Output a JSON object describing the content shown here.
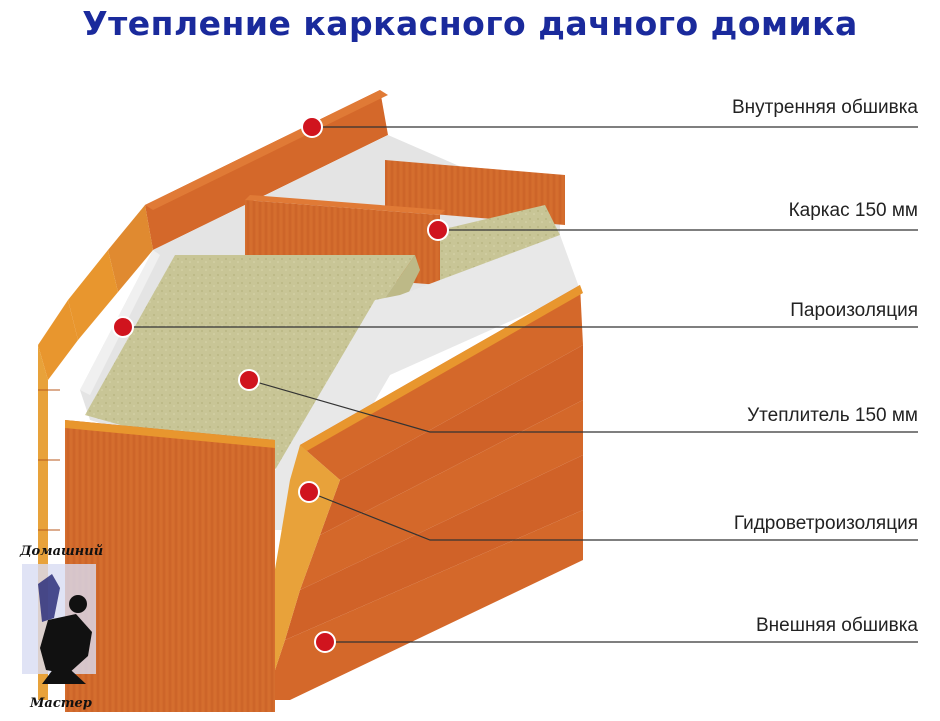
{
  "title": "Утепление каркасного дачного домика",
  "labels": [
    {
      "id": "inner",
      "text": "Внутренняя обшивка"
    },
    {
      "id": "frame",
      "text": "Каркас 150 мм"
    },
    {
      "id": "vapor",
      "text": "Пароизоляция"
    },
    {
      "id": "insulation",
      "text": "Утеплитель 150 мм"
    },
    {
      "id": "wind",
      "text": "Гидроветроизоляция"
    },
    {
      "id": "outer",
      "text": "Внешняя обшивка"
    }
  ],
  "watermark": {
    "top": "Домашний",
    "bottom": "Мастер"
  },
  "colors": {
    "title": "#1a2a9c",
    "wood": "#d4682a",
    "wood_light": "#e8962e",
    "wood_dark": "#b85a1e",
    "insulation": "#c9c59a",
    "membrane": "#e6e6e6",
    "marker": "#d0141e"
  }
}
